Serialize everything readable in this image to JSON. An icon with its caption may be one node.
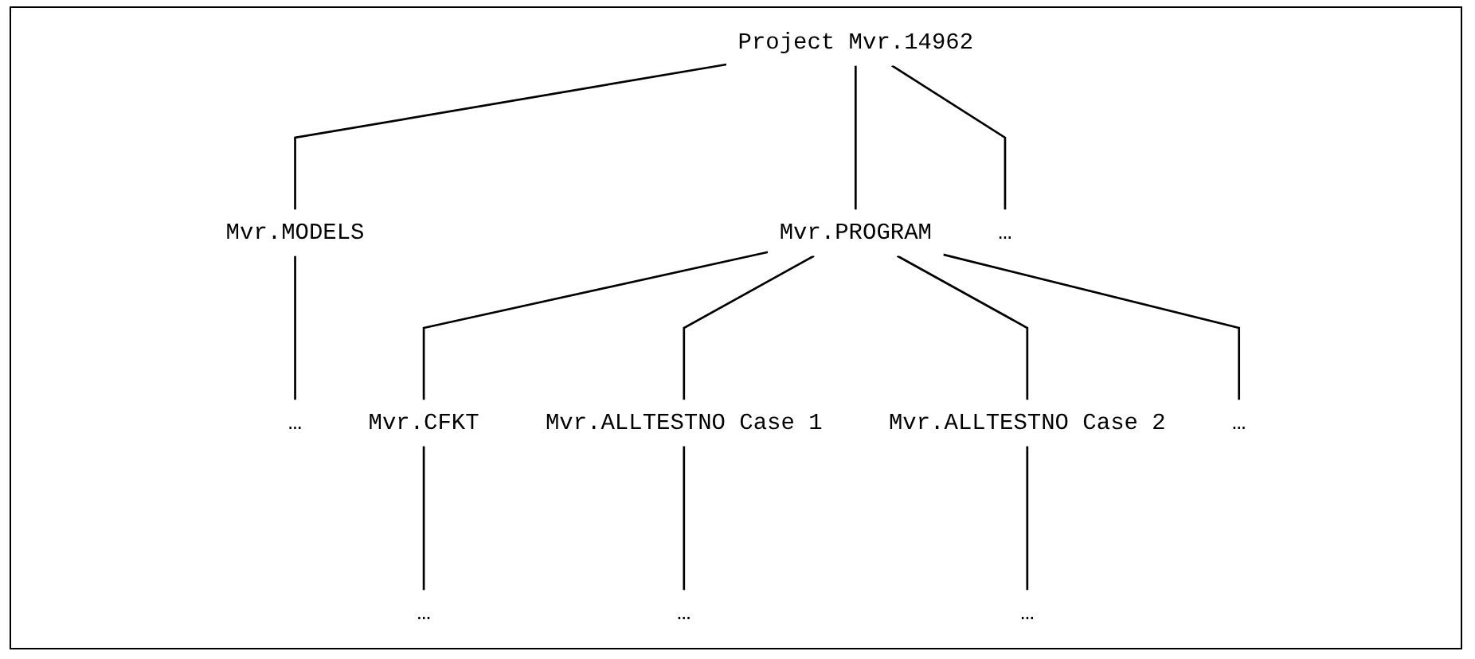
{
  "diagram": {
    "nodes": [
      {
        "text": [
          "Project Mvr.14962"
        ]
      },
      {
        "text": [
          "Mvr.MODELS"
        ]
      },
      {
        "text": [
          "Mvr.PROGRAM"
        ]
      },
      {
        "text": [
          "…"
        ]
      },
      {
        "text": [
          "…"
        ]
      },
      {
        "text": [
          "Mvr.CFKT"
        ]
      },
      {
        "text": [
          "Mvr.ALLTESTNO Case 1"
        ]
      },
      {
        "text": [
          "Mvr.ALLTESTNO Case 2"
        ]
      },
      {
        "text": [
          "…"
        ]
      },
      {
        "text": [
          "…"
        ]
      },
      {
        "text": [
          "…"
        ]
      },
      {
        "text": [
          "…"
        ]
      }
    ],
    "edges": [
      {
        "from": 0,
        "to": 1,
        "arrow": "none"
      },
      {
        "from": 0,
        "to": 2,
        "arrow": "none"
      },
      {
        "from": 0,
        "to": 3,
        "arrow": "none"
      },
      {
        "from": 1,
        "to": 4,
        "arrow": "none"
      },
      {
        "from": 2,
        "to": 5,
        "arrow": "none"
      },
      {
        "from": 2,
        "to": 6,
        "arrow": "none"
      },
      {
        "from": 2,
        "to": 7,
        "arrow": "none"
      },
      {
        "from": 2,
        "to": 8,
        "arrow": "none"
      },
      {
        "from": 5,
        "to": 9,
        "arrow": "none"
      },
      {
        "from": 6,
        "to": 10,
        "arrow": "none"
      },
      {
        "from": 7,
        "to": 11,
        "arrow": "none"
      }
    ]
  }
}
